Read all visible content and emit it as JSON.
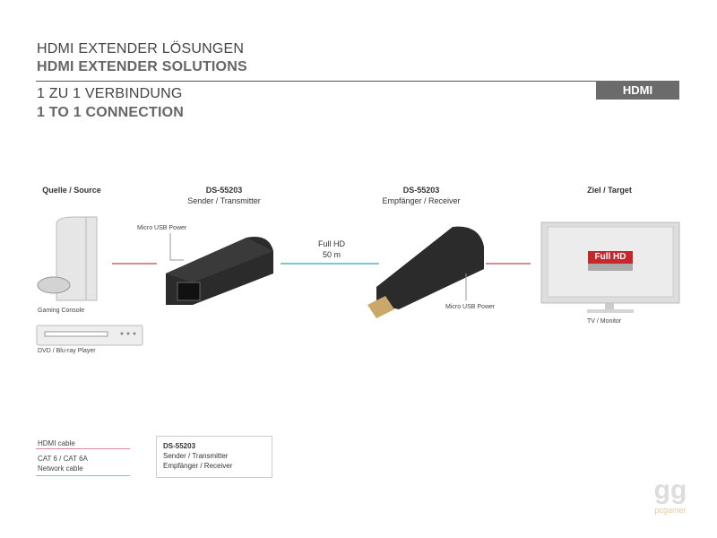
{
  "header": {
    "title_de": "HDMI EXTENDER LÖSUNGEN",
    "title_en": "HDMI EXTENDER SOLUTIONS",
    "subtitle_de": "1 ZU 1 VERBINDUNG",
    "subtitle_en": "1 TO 1 CONNECTION",
    "badge": "HDMI"
  },
  "diagram": {
    "source": {
      "heading": "Quelle / Source",
      "console": "Gaming Console",
      "player": "DVD / Blu-ray Player"
    },
    "transmitter": {
      "model": "DS-55203",
      "role": "Sender / Transmitter",
      "power": "Micro USB Power"
    },
    "link": {
      "line1": "Full HD",
      "line2": "50 m"
    },
    "receiver": {
      "model": "DS-55203",
      "role": "Empfänger / Receiver",
      "power": "Micro USB Power"
    },
    "target": {
      "heading": "Ziel / Target",
      "device": "TV / Monitor",
      "screen_badge": "Full HD"
    }
  },
  "legend": {
    "hdmi": "HDMI cable",
    "cat_line1": "CAT 6 / CAT 6A",
    "cat_line2": "Network cable",
    "box_model": "DS-55203",
    "box_line1": "Sender / Transmitter",
    "box_line2": "Empfänger / Receiver"
  },
  "colors": {
    "hdmi_cable": "#d98a96",
    "network_cable": "#7cc7cf",
    "badge": "#6b6b6b",
    "full_hd": "#c8262b"
  },
  "watermark": "pcgamer"
}
